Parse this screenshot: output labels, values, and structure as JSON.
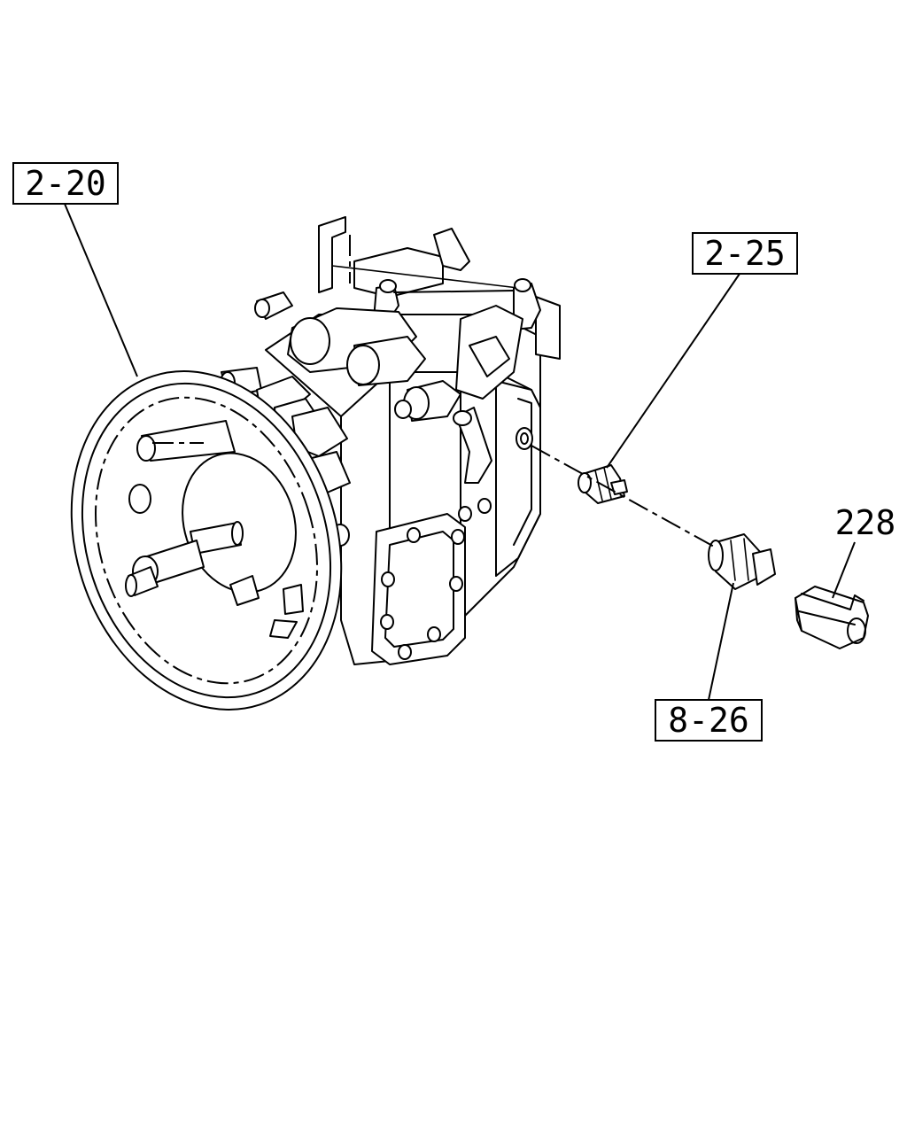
{
  "callouts": {
    "transmission": "2-20",
    "switch": "2-25",
    "connector": "8-26",
    "clip": "228"
  }
}
